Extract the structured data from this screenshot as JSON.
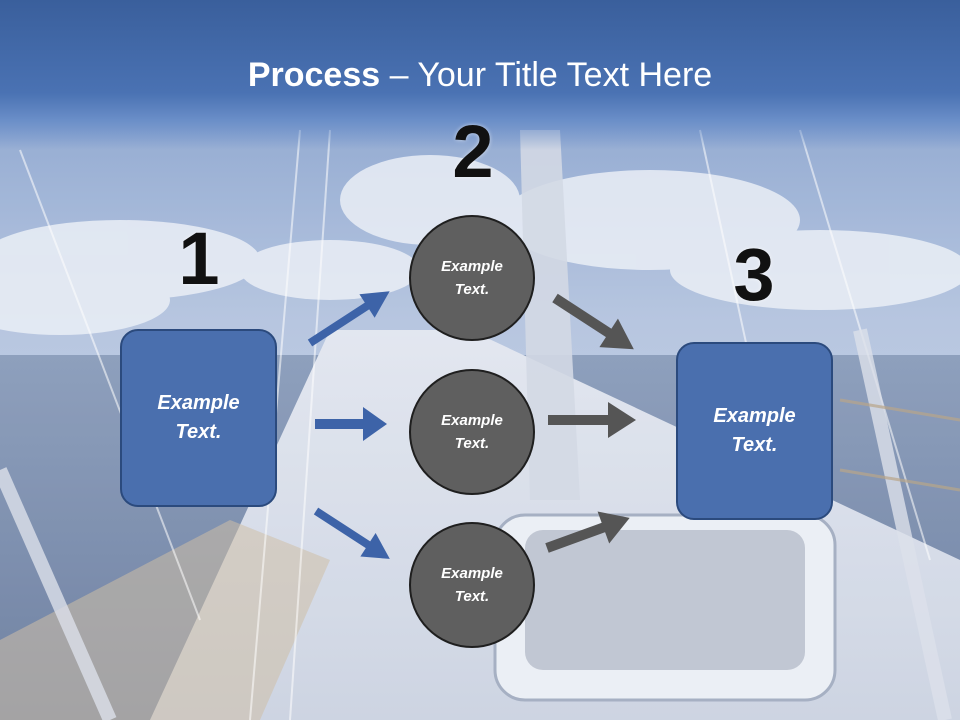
{
  "title": {
    "bold": "Process",
    "rest": " – Your Title Text Here"
  },
  "steps": {
    "one": "1",
    "two": "2",
    "three": "3"
  },
  "left_box": "Example Text.",
  "circles": [
    "Example Text.",
    "Example Text.",
    "Example Text."
  ],
  "right_box": "Example Text.",
  "colors": {
    "title_band": "#4a72b3",
    "box_fill": "#4a6fae",
    "circle_fill": "#5f5f5f",
    "blue_arrow": "#3d63a8",
    "gray_arrow": "#555555"
  }
}
